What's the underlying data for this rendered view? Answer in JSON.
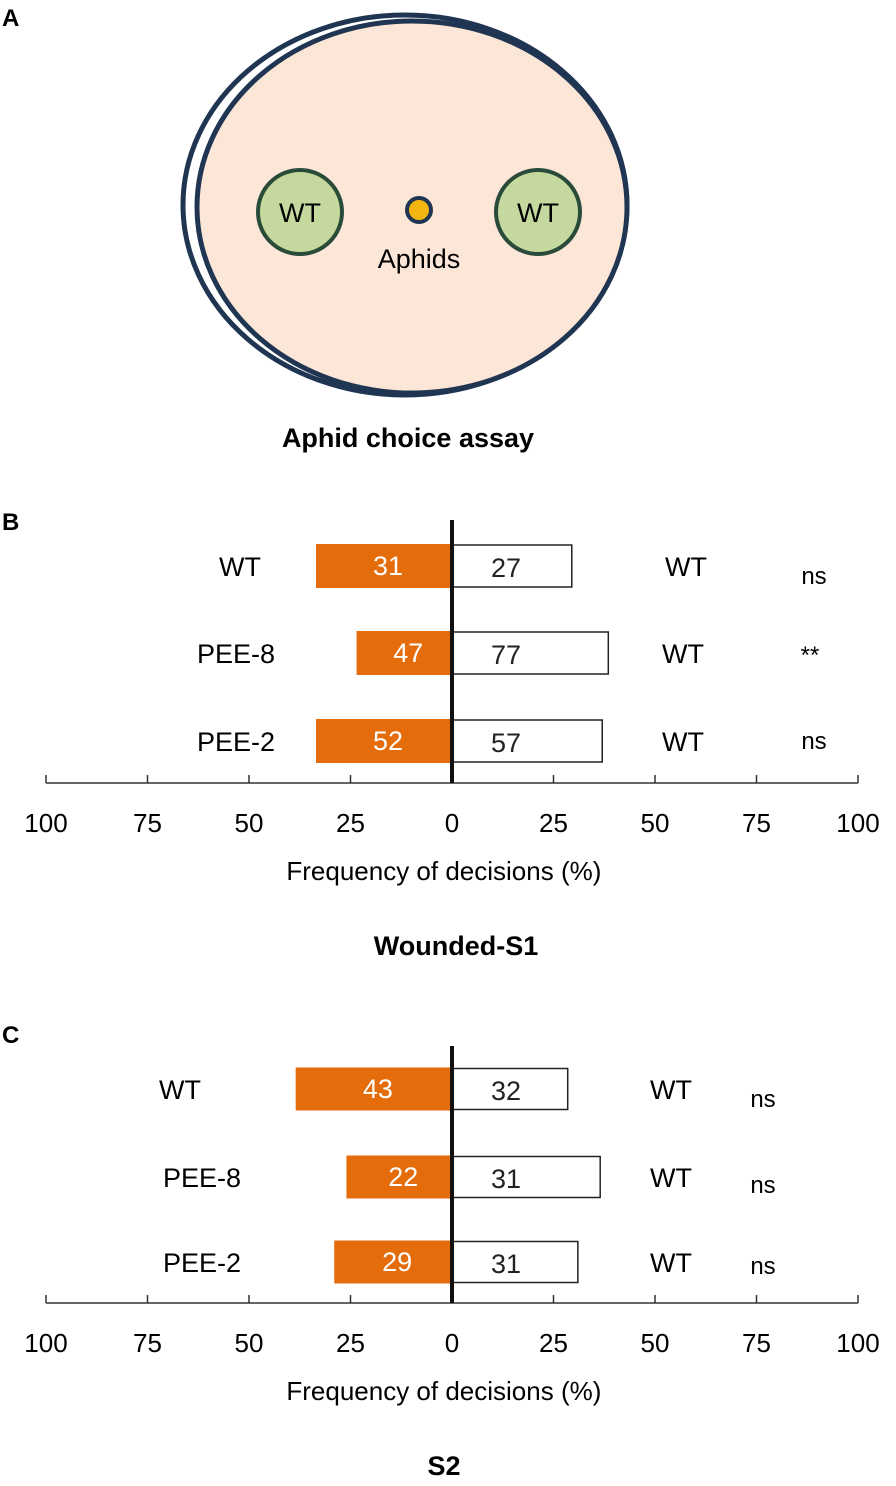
{
  "panel_a": {
    "letter": "A",
    "left_plant": "WT",
    "right_plant": "WT",
    "center_label": "Aphids",
    "title": "Aphid choice assay",
    "colors": {
      "dish_fill": "#fce6d8",
      "dish_edge": "#1f3551",
      "plant_fill": "#c5d89e",
      "plant_edge": "#2a4a3a",
      "aphid": "#f3b50f"
    }
  },
  "chart_data": [
    {
      "type": "bar",
      "panel": "B",
      "title": "Wounded-S1",
      "xlabel": "Frequency of decisions (%)",
      "xlim": [
        -100,
        100
      ],
      "xticks": [
        -100,
        -75,
        -50,
        -25,
        0,
        25,
        50,
        75,
        100
      ],
      "tick_labels": [
        "100",
        "75",
        "50",
        "25",
        "0",
        "25",
        "50",
        "75",
        "100"
      ],
      "rows": [
        {
          "left_label": "WT",
          "left_pct": 33.5,
          "left_n": "31",
          "right_label": "WT",
          "right_pct": 29.5,
          "right_n": "27",
          "sig": "ns"
        },
        {
          "left_label": "PEE-8",
          "left_pct": 23.5,
          "left_n": "47",
          "right_label": "WT",
          "right_pct": 38.5,
          "right_n": "77",
          "sig": "**"
        },
        {
          "left_label": "PEE-2",
          "left_pct": 33.5,
          "left_n": "52",
          "right_label": "WT",
          "right_pct": 37.0,
          "right_n": "57",
          "sig": "ns"
        }
      ],
      "colors": {
        "left_bar": "#e46c0a",
        "right_bar": "#ffffff"
      }
    },
    {
      "type": "bar",
      "panel": "C",
      "title": "S2",
      "xlabel": "Frequency of decisions (%)",
      "xlim": [
        -100,
        100
      ],
      "xticks": [
        -100,
        -75,
        -50,
        -25,
        0,
        25,
        50,
        75,
        100
      ],
      "tick_labels": [
        "100",
        "75",
        "50",
        "25",
        "0",
        "25",
        "50",
        "75",
        "100"
      ],
      "rows": [
        {
          "left_label": "WT",
          "left_pct": 38.5,
          "left_n": "43",
          "right_label": "WT",
          "right_pct": 28.5,
          "right_n": "32",
          "sig": "ns"
        },
        {
          "left_label": "PEE-8",
          "left_pct": 26.0,
          "left_n": "22",
          "right_label": "WT",
          "right_pct": 36.5,
          "right_n": "31",
          "sig": "ns"
        },
        {
          "left_label": "PEE-2",
          "left_pct": 29.0,
          "left_n": "29",
          "right_label": "WT",
          "right_pct": 31.0,
          "right_n": "31",
          "sig": "ns"
        }
      ],
      "colors": {
        "left_bar": "#e46c0a",
        "right_bar": "#ffffff"
      }
    }
  ]
}
